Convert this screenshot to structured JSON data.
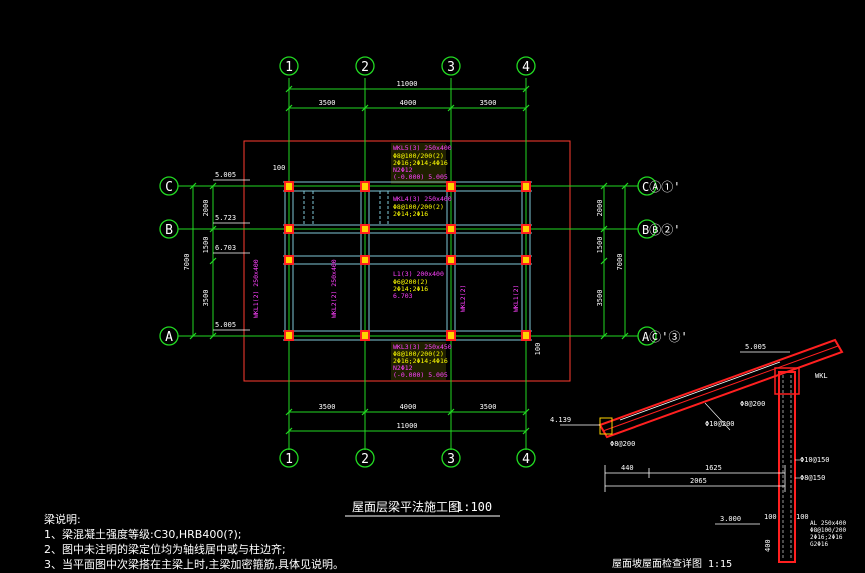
{
  "axes": {
    "numbers": [
      "1",
      "2",
      "3",
      "4"
    ],
    "letters": [
      "C",
      "B",
      "A"
    ],
    "right_tags": [
      "CⒶ①'",
      "BⒷ②'",
      "AⒸ'③'"
    ]
  },
  "dims": {
    "total_top": "11000",
    "spans_top": [
      "3500",
      "4000",
      "3500"
    ],
    "total_bottom": "11000",
    "spans_bottom": [
      "3500",
      "4000",
      "3500"
    ],
    "left_spans": [
      "2000",
      "1500",
      "3500"
    ],
    "left_total": "7000",
    "right_spans": [
      "2000",
      "1500",
      "3500"
    ],
    "right_total": "7000",
    "offset_100_top": "100",
    "offset_100_bottom": "100"
  },
  "levels": [
    "5.005",
    "5.723",
    "6.703",
    "5.005"
  ],
  "beam_notes": {
    "top": [
      "WKL5(3) 250x400",
      "Φ8@100/200(2)",
      "2Φ16;2Φ14;4Φ16",
      "N2Φ12",
      "(-0.000) 5.005"
    ],
    "middle": [
      "WKL4(3) 250x400",
      "Φ8@100/200(2)",
      "2Φ14;2Φ16"
    ],
    "lower": [
      "L1(3) 200x400",
      "Φ6@200(2)",
      "2Φ14;2Φ16",
      "6.703"
    ],
    "bottom": [
      "WKL3(3) 250x450",
      "Φ8@100/200(2)",
      "2Φ16;2Φ14;4Φ16",
      "N2Φ12",
      "(-0.000) 5.005"
    ],
    "vert_left": "WKL1(2) 250x400",
    "vert_mid": "WKL2(2) 250x400",
    "vert_r1": "WKL2(2)",
    "vert_r2": "WKL1(2)"
  },
  "title": {
    "main": "屋面层梁平法施工图",
    "scale": "1:100"
  },
  "notes": {
    "heading": "梁说明:",
    "items": [
      "1、梁混凝土强度等级:C30,HRB400(?);",
      "2、图中未注明的梁定位均为轴线居中或与柱边齐;",
      "3、当平面图中次梁搭在主梁上时,主梁加密箍筋,具体见说明。"
    ]
  },
  "section": {
    "level_top": "5.005",
    "level_left": "4.139",
    "level_bottom": "3.000",
    "dim_440": "440",
    "dim_1625": "1625",
    "dim_2065": "2065",
    "dim_100a": "100",
    "dim_100b": "100",
    "dim_400": "400",
    "bar_labels": [
      "Φ8@200",
      "Φ10@200",
      "Φ8@200",
      "Φ10@150",
      "Φ8@150"
    ],
    "beam_tag": "WKL",
    "beam_note": [
      "AL 250x400",
      "Φ8@100/200",
      "2Φ16;2Φ16",
      "G2Φ16"
    ],
    "title": "屋面坡屋面检查详图 1:15"
  }
}
